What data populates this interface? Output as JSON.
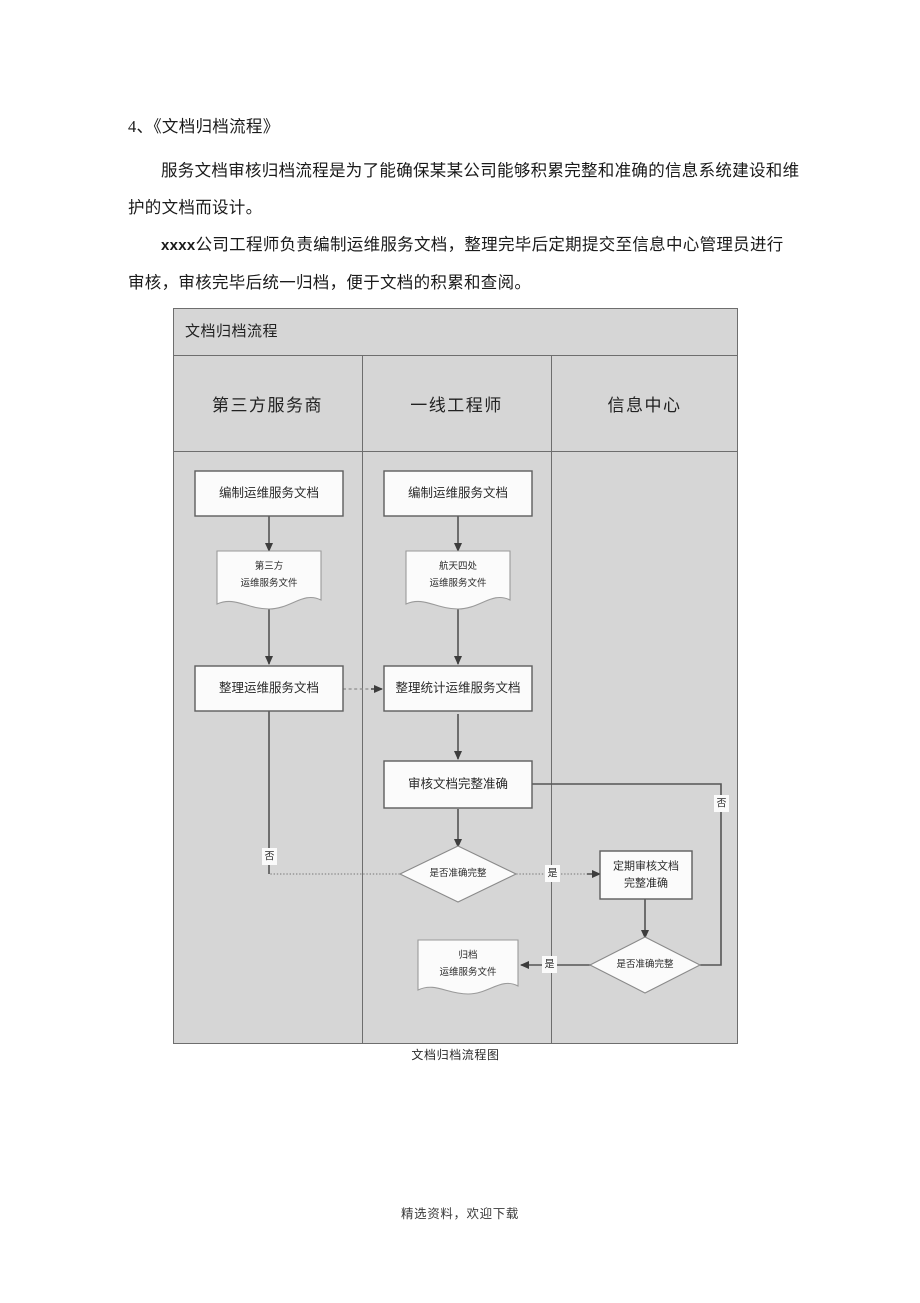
{
  "document": {
    "heading": "4、《文档归档流程》",
    "paragraph1": "服务文档审核归档流程是为了能确保某某公司能够积累完整和准确的信息系统建设和维护的文档而设计。",
    "paragraph2_prefix": "xxxx",
    "paragraph2_rest": "公司工程师负责编制运维服务文档，整理完毕后定期提交至信息中心管理员进行审核，审核完毕后统一归档，便于文档的积累和查阅。",
    "figure_caption": "文档归档流程图",
    "footer": "精选资料，欢迎下载"
  },
  "flowchart": {
    "title": "文档归档流程",
    "lanes": [
      {
        "label": "第三方服务商"
      },
      {
        "label": "一线工程师"
      },
      {
        "label": "信息中心"
      }
    ],
    "nodes": [
      {
        "id": "n1",
        "type": "process",
        "label": "编制运维服务文档",
        "lane": 0
      },
      {
        "id": "n2",
        "type": "document",
        "line1": "第三方",
        "line2": "运维服务文件",
        "lane": 0
      },
      {
        "id": "n3",
        "type": "process",
        "label": "整理运维服务文档",
        "lane": 0
      },
      {
        "id": "n4",
        "type": "process",
        "label": "编制运维服务文档",
        "lane": 1
      },
      {
        "id": "n5",
        "type": "document",
        "line1": "航天四处",
        "line2": "运维服务文件",
        "lane": 1
      },
      {
        "id": "n6",
        "type": "process",
        "label": "整理统计运维服务文档",
        "lane": 1
      },
      {
        "id": "n7",
        "type": "process",
        "label": "审核文档完整准确",
        "lane": 1
      },
      {
        "id": "n8",
        "type": "decision",
        "label": "是否准确完整",
        "lane": 1
      },
      {
        "id": "n9",
        "type": "process",
        "line1": "定期审核文档",
        "line2": "完整准确",
        "lane": 2
      },
      {
        "id": "n10",
        "type": "decision",
        "label": "是否准确完整",
        "lane": 2
      },
      {
        "id": "n11",
        "type": "document",
        "line1": "归档",
        "line2": "运维服务文件",
        "lane": 1
      }
    ],
    "edges": [
      {
        "from": "n1",
        "to": "n2",
        "label": "",
        "style": "solid"
      },
      {
        "from": "n2",
        "to": "n3",
        "label": "",
        "style": "solid"
      },
      {
        "from": "n4",
        "to": "n5",
        "label": "",
        "style": "solid"
      },
      {
        "from": "n5",
        "to": "n6",
        "label": "",
        "style": "solid"
      },
      {
        "from": "n3",
        "to": "n6",
        "label": "",
        "style": "dashed"
      },
      {
        "from": "n6",
        "to": "n7",
        "label": "",
        "style": "solid"
      },
      {
        "from": "n7",
        "to": "n8",
        "label": "",
        "style": "solid"
      },
      {
        "from": "n8",
        "to": "n9",
        "label": "是",
        "style": "dotted"
      },
      {
        "from": "n8",
        "to": "n3",
        "label": "否",
        "style": "dotted"
      },
      {
        "from": "n9",
        "to": "n10",
        "label": "",
        "style": "solid"
      },
      {
        "from": "n10",
        "to": "n11",
        "label": "是",
        "style": "solid"
      },
      {
        "from": "n10",
        "to": "n7",
        "label": "否",
        "style": "solid"
      }
    ],
    "edge_labels": {
      "yes": "是",
      "no": "否"
    },
    "colors": {
      "lane_background": "#d6d6d6",
      "frame_border": "#6e6e6e",
      "node_fill": "#fbfbfb",
      "node_border": "#5e5e5e",
      "connector": "#555555"
    }
  }
}
